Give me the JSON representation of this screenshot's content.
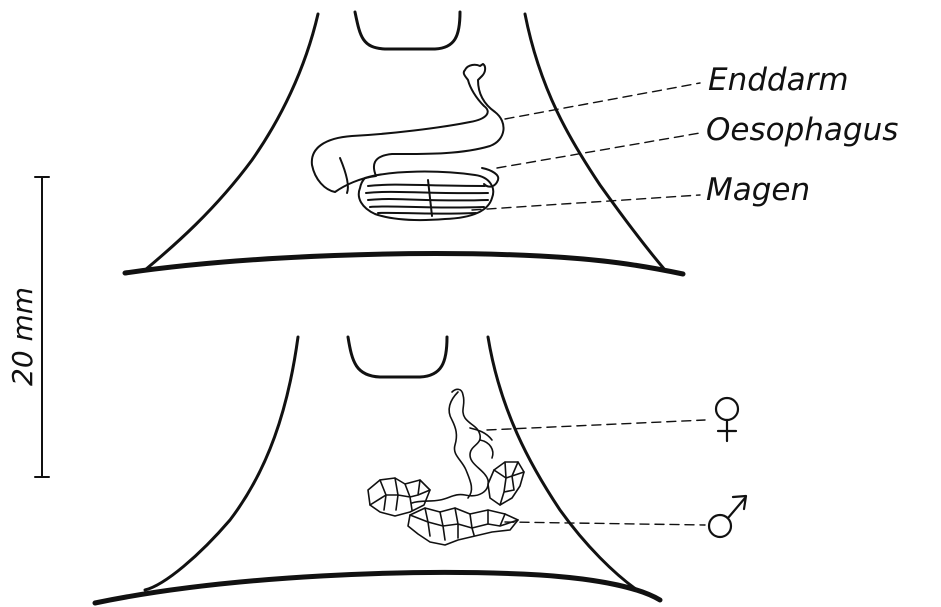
{
  "labels": {
    "enddarm": "Enddarm",
    "oesophagus": "Oesophagus",
    "magen": "Magen"
  },
  "scale_bar": {
    "label": "20 mm"
  },
  "symbols": {
    "female": "female-symbol-icon",
    "male": "male-symbol-icon"
  },
  "colors": {
    "ink": "#111111",
    "background": "#ffffff"
  }
}
